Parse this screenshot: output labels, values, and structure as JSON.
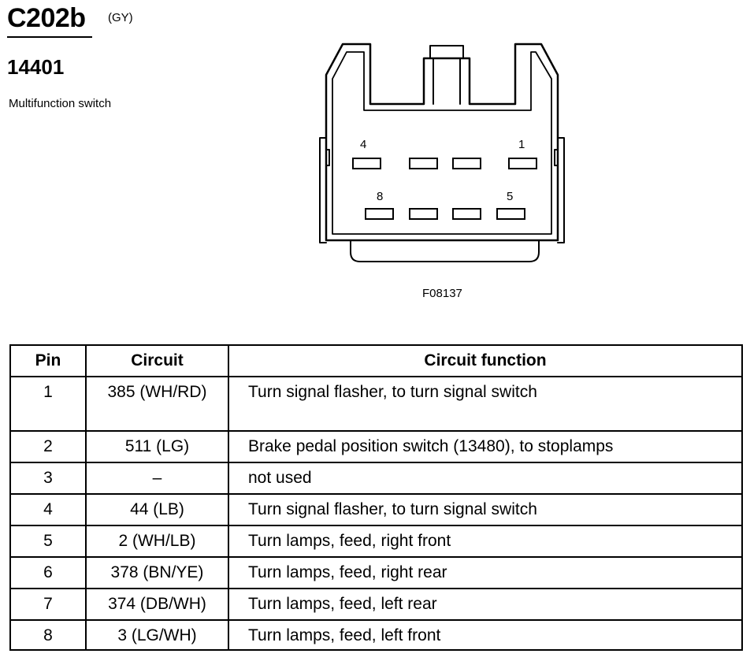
{
  "header": {
    "connector_id": "C202b",
    "color_code": "(GY)",
    "part_number": "14401",
    "component": "Multifunction switch"
  },
  "diagram": {
    "figure_id": "F08137",
    "pin_labels": {
      "pin4": "4",
      "pin1": "1",
      "pin8": "8",
      "pin5": "5"
    }
  },
  "table": {
    "headers": {
      "pin": "Pin",
      "circuit": "Circuit",
      "function": "Circuit function"
    },
    "rows": [
      {
        "pin": "1",
        "circuit": "385 (WH/RD)",
        "function": "Turn signal flasher, to turn signal switch"
      },
      {
        "pin": "2",
        "circuit": "511 (LG)",
        "function": "Brake pedal position switch (13480), to stoplamps"
      },
      {
        "pin": "3",
        "circuit": "–",
        "function": "not used"
      },
      {
        "pin": "4",
        "circuit": "44 (LB)",
        "function": "Turn signal flasher, to turn signal switch"
      },
      {
        "pin": "5",
        "circuit": "2 (WH/LB)",
        "function": "Turn lamps, feed, right front"
      },
      {
        "pin": "6",
        "circuit": "378 (BN/YE)",
        "function": "Turn lamps, feed, right rear"
      },
      {
        "pin": "7",
        "circuit": "374 (DB/WH)",
        "function": "Turn lamps, feed, left rear"
      },
      {
        "pin": "8",
        "circuit": "3 (LG/WH)",
        "function": "Turn lamps, feed, left front"
      }
    ]
  }
}
